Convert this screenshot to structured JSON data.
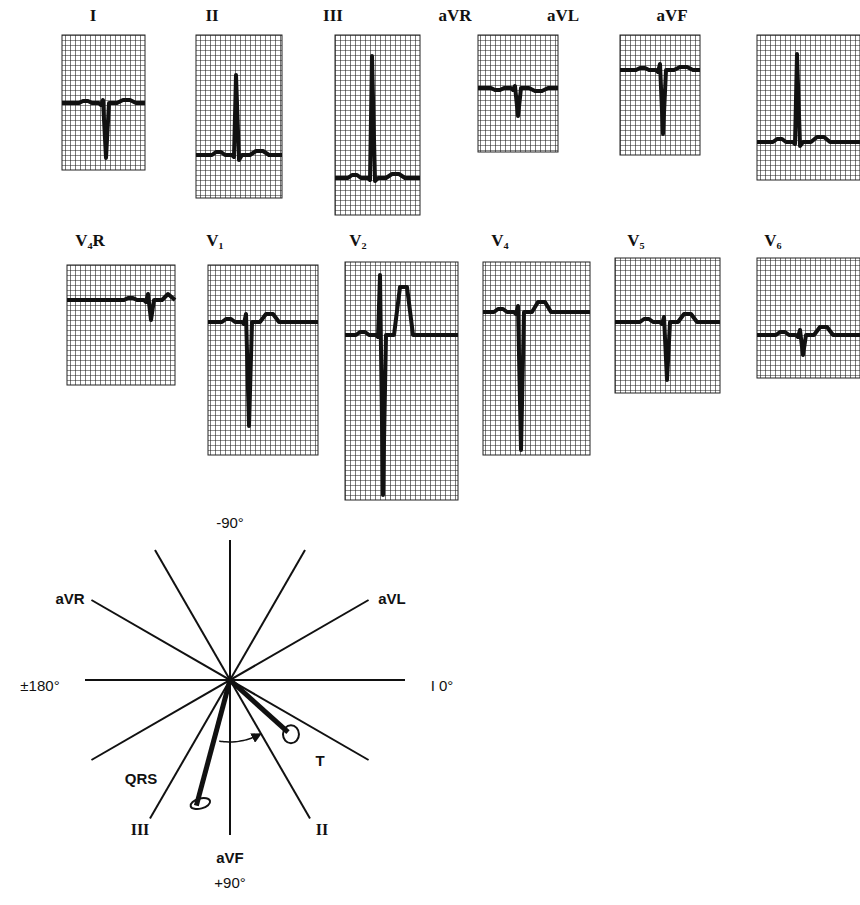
{
  "diagram": {
    "labels": [
      "I",
      "II",
      "III",
      "aVR",
      "aVL",
      "aVF",
      "V₄R",
      "V₁",
      "V₂",
      "V₄",
      "V₅",
      "V₆",
      "-90°",
      "aVR",
      "aVL",
      "±180°",
      "I 0°",
      "QRS",
      "T",
      "III",
      "II",
      "aVF",
      "+90°"
    ]
  }
}
